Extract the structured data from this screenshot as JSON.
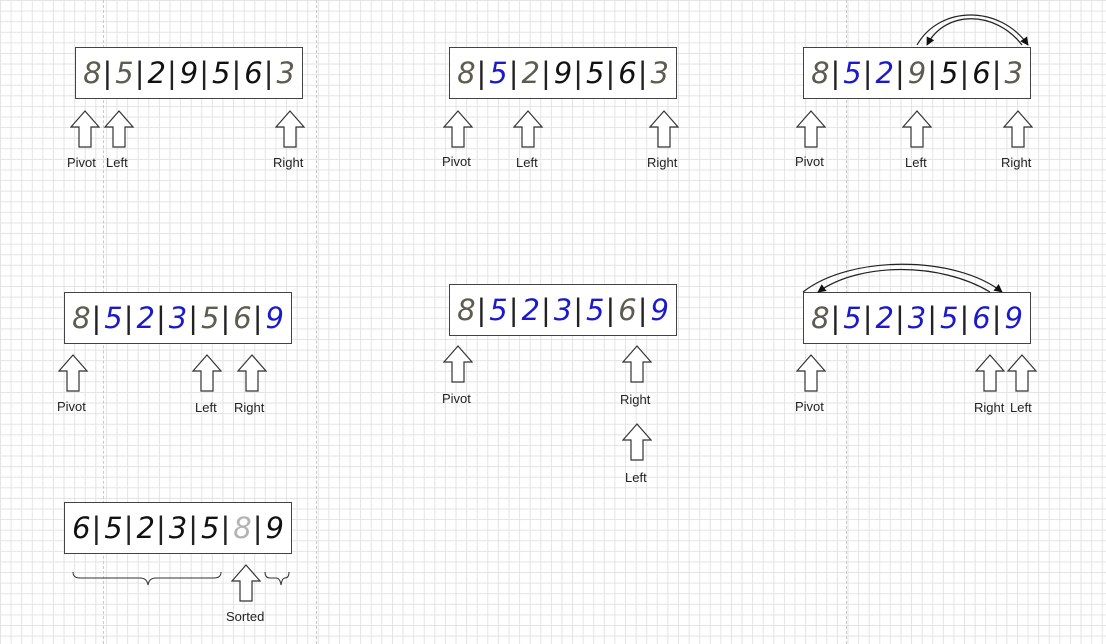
{
  "colors": {
    "pivot": "#5c5c50",
    "normal": "#111111",
    "swapped": "#1a1acc",
    "sorted_pivot": "#b4b4b4"
  },
  "steps": [
    {
      "cells": [
        {
          "v": "8",
          "c": "pivot"
        },
        {
          "v": "5",
          "c": "pivot"
        },
        {
          "v": "2",
          "c": "normal"
        },
        {
          "v": "9",
          "c": "normal"
        },
        {
          "v": "5",
          "c": "normal"
        },
        {
          "v": "6",
          "c": "normal"
        },
        {
          "v": "3",
          "c": "pivot"
        }
      ],
      "labels": [
        "Pivot",
        "Left",
        "Right"
      ]
    },
    {
      "cells": [
        {
          "v": "8",
          "c": "pivot"
        },
        {
          "v": "5",
          "c": "blue"
        },
        {
          "v": "2",
          "c": "pivot"
        },
        {
          "v": "9",
          "c": "normal"
        },
        {
          "v": "5",
          "c": "normal"
        },
        {
          "v": "6",
          "c": "normal"
        },
        {
          "v": "3",
          "c": "pivot"
        }
      ],
      "labels": [
        "Pivot",
        "Left",
        "Right"
      ]
    },
    {
      "cells": [
        {
          "v": "8",
          "c": "pivot"
        },
        {
          "v": "5",
          "c": "blue"
        },
        {
          "v": "2",
          "c": "blue"
        },
        {
          "v": "9",
          "c": "pivot"
        },
        {
          "v": "5",
          "c": "normal"
        },
        {
          "v": "6",
          "c": "normal"
        },
        {
          "v": "3",
          "c": "pivot"
        }
      ],
      "labels": [
        "Pivot",
        "Left",
        "Right"
      ]
    },
    {
      "cells": [
        {
          "v": "8",
          "c": "pivot"
        },
        {
          "v": "5",
          "c": "blue"
        },
        {
          "v": "2",
          "c": "blue"
        },
        {
          "v": "3",
          "c": "blue"
        },
        {
          "v": "5",
          "c": "pivot"
        },
        {
          "v": "6",
          "c": "pivot"
        },
        {
          "v": "9",
          "c": "blue"
        }
      ],
      "labels": [
        "Pivot",
        "Left",
        "Right"
      ]
    },
    {
      "cells": [
        {
          "v": "8",
          "c": "pivot"
        },
        {
          "v": "5",
          "c": "blue"
        },
        {
          "v": "2",
          "c": "blue"
        },
        {
          "v": "3",
          "c": "blue"
        },
        {
          "v": "5",
          "c": "blue"
        },
        {
          "v": "6",
          "c": "pivot"
        },
        {
          "v": "9",
          "c": "blue"
        }
      ],
      "labels": [
        "Pivot",
        "Right",
        "Left"
      ]
    },
    {
      "cells": [
        {
          "v": "8",
          "c": "pivot"
        },
        {
          "v": "5",
          "c": "blue"
        },
        {
          "v": "2",
          "c": "blue"
        },
        {
          "v": "3",
          "c": "blue"
        },
        {
          "v": "5",
          "c": "blue"
        },
        {
          "v": "6",
          "c": "blue"
        },
        {
          "v": "9",
          "c": "blue"
        }
      ],
      "labels": [
        "Pivot",
        "Right",
        "Left"
      ]
    },
    {
      "cells": [
        {
          "v": "6",
          "c": "normal"
        },
        {
          "v": "5",
          "c": "normal"
        },
        {
          "v": "2",
          "c": "normal"
        },
        {
          "v": "3",
          "c": "normal"
        },
        {
          "v": "5",
          "c": "normal"
        },
        {
          "v": "8",
          "c": "light"
        },
        {
          "v": "9",
          "c": "normal"
        }
      ],
      "labels": [
        "Sorted"
      ]
    }
  ]
}
